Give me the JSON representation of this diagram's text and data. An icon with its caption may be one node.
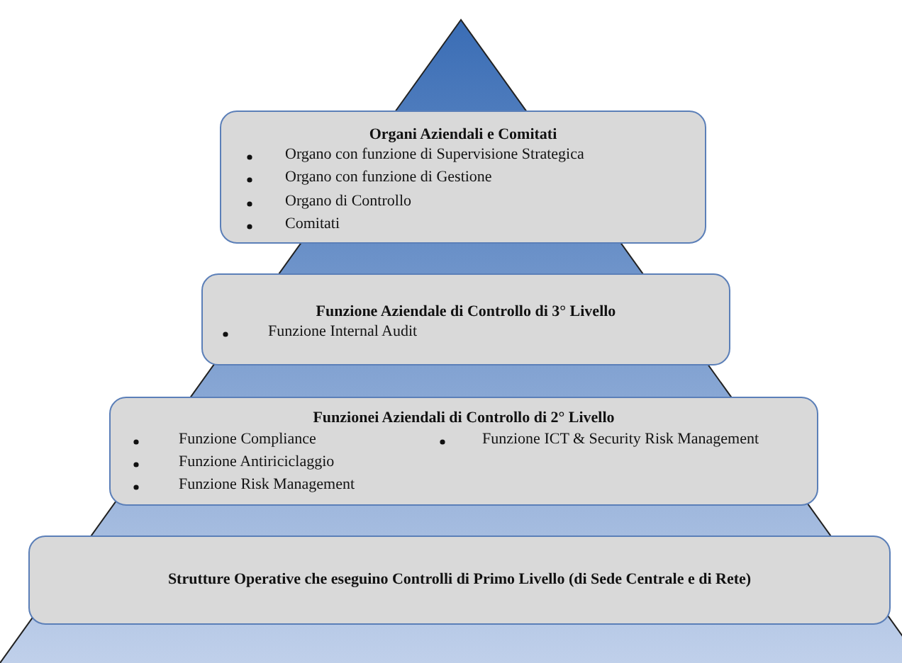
{
  "diagram": {
    "nodes": [
      {
        "text": [
          "Organi Aziendali e Comitati",
          "Organo con funzione di Supervisione Strategica",
          "Organo con funzione di Gestione",
          "Organo di Controllo",
          "Comitati"
        ]
      },
      {
        "text": [
          "Funzione Aziendale di Controllo di 3° Livello",
          "Funzione Internal Audit"
        ]
      },
      {
        "text": [
          "Funzionei Aziendali di  Controllo di 2° Livello",
          "Funzione Compliance",
          "Funzione Antiriciclaggio",
          "Funzione Risk Management",
          "Funzione ICT & Security Risk Management"
        ]
      },
      {
        "text": [
          "Strutture Operative che eseguino Controlli di Primo Livello (di Sede Centrale e di Rete)"
        ]
      }
    ]
  }
}
